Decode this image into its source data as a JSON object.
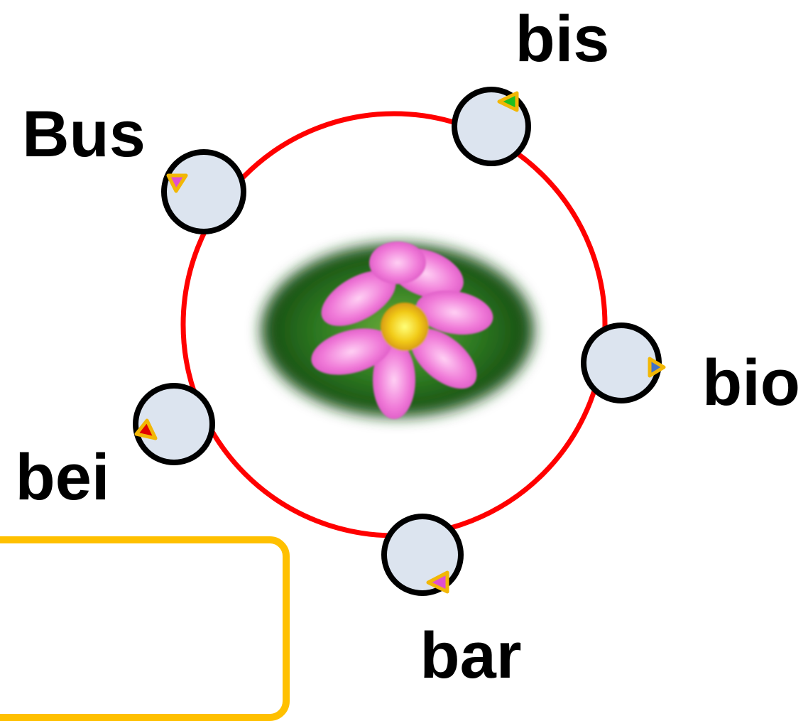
{
  "diagram": {
    "ring_color": "#ff0000",
    "node_fill": "#dce4ef",
    "node_stroke": "#000000",
    "marker_outline_color": "#f2b705",
    "card_border_color": "#ffc000",
    "center_image": "pink-cosmos-flower",
    "nodes": [
      {
        "label": "bis",
        "marker_color": "#1fbf1f",
        "marker_direction": "left"
      },
      {
        "label": "Bus",
        "marker_color": "#e04fd0",
        "marker_direction": "down"
      },
      {
        "label": "bio",
        "marker_color": "#4472c4",
        "marker_direction": "right"
      },
      {
        "label": "bei",
        "marker_color": "#e00000",
        "marker_direction": "up"
      },
      {
        "label": "bar",
        "marker_color": "#e04fd0",
        "marker_direction": "left"
      }
    ]
  }
}
